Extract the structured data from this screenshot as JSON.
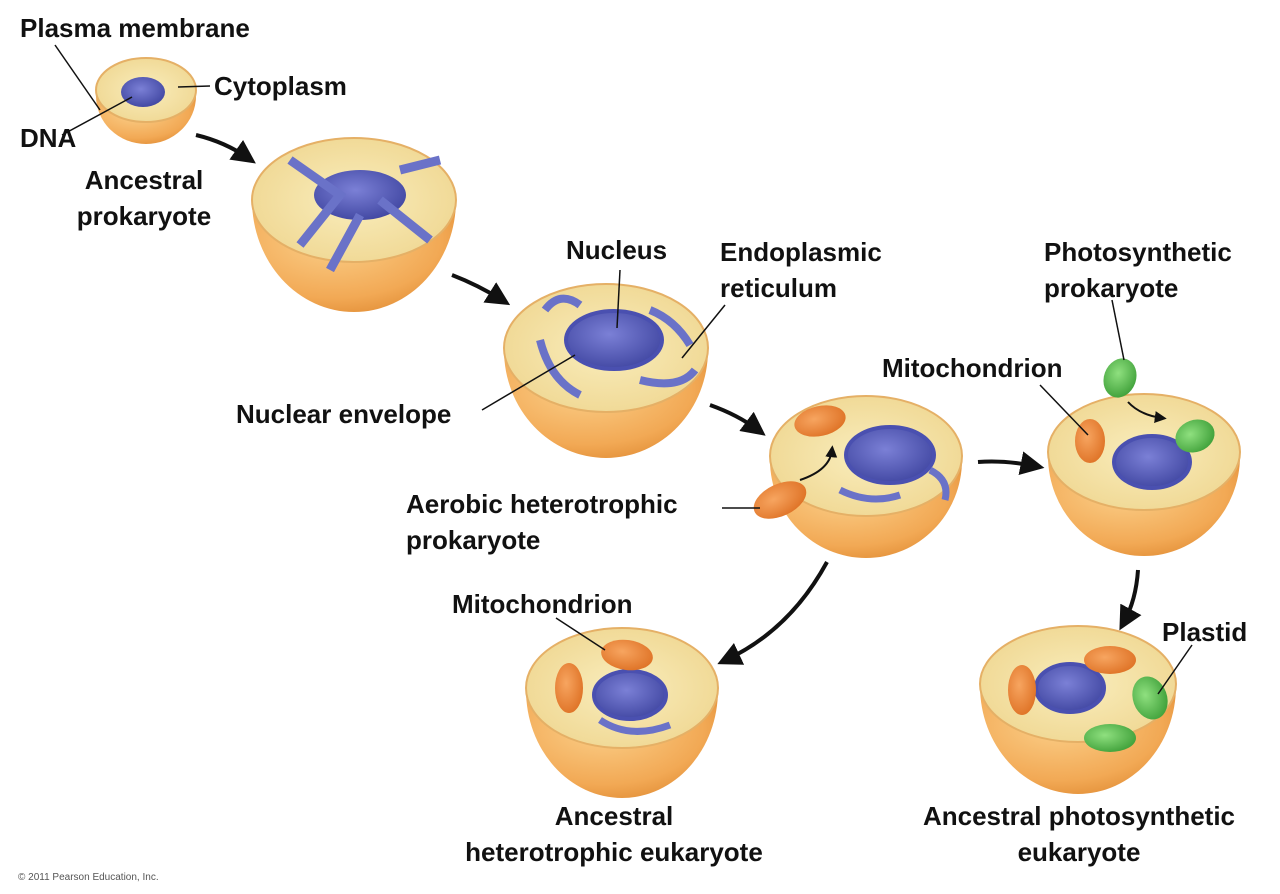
{
  "labels": {
    "plasma_membrane": "Plasma membrane",
    "cytoplasm": "Cytoplasm",
    "dna": "DNA",
    "ancestral_prokaryote": "Ancestral\nprokaryote",
    "nucleus": "Nucleus",
    "endoplasmic_reticulum": "Endoplasmic\nreticulum",
    "nuclear_envelope": "Nuclear envelope",
    "photosynthetic_prokaryote": "Photosynthetic\nprokaryote",
    "mitochondrion_top": "Mitochondrion",
    "aerobic_heterotrophic_prokaryote": "Aerobic heterotrophic\nprokaryote",
    "mitochondrion_bottom": "Mitochondrion",
    "plastid": "Plastid",
    "ancestral_heterotrophic_eukaryote": "Ancestral\nheterotrophic eukaryote",
    "ancestral_photosynthetic_eukaryote": "Ancestral photosynthetic\neukaryote"
  },
  "copyright": "© 2011 Pearson Education, Inc.",
  "colors": {
    "cell_fill": "#f4b268",
    "cell_top": "#f6e6a8",
    "er_blue": "#6a72c8",
    "nucleus_blue": "#5a5fb8",
    "mito_orange": "#ee8a3c",
    "plastid_green": "#5cbf52"
  }
}
